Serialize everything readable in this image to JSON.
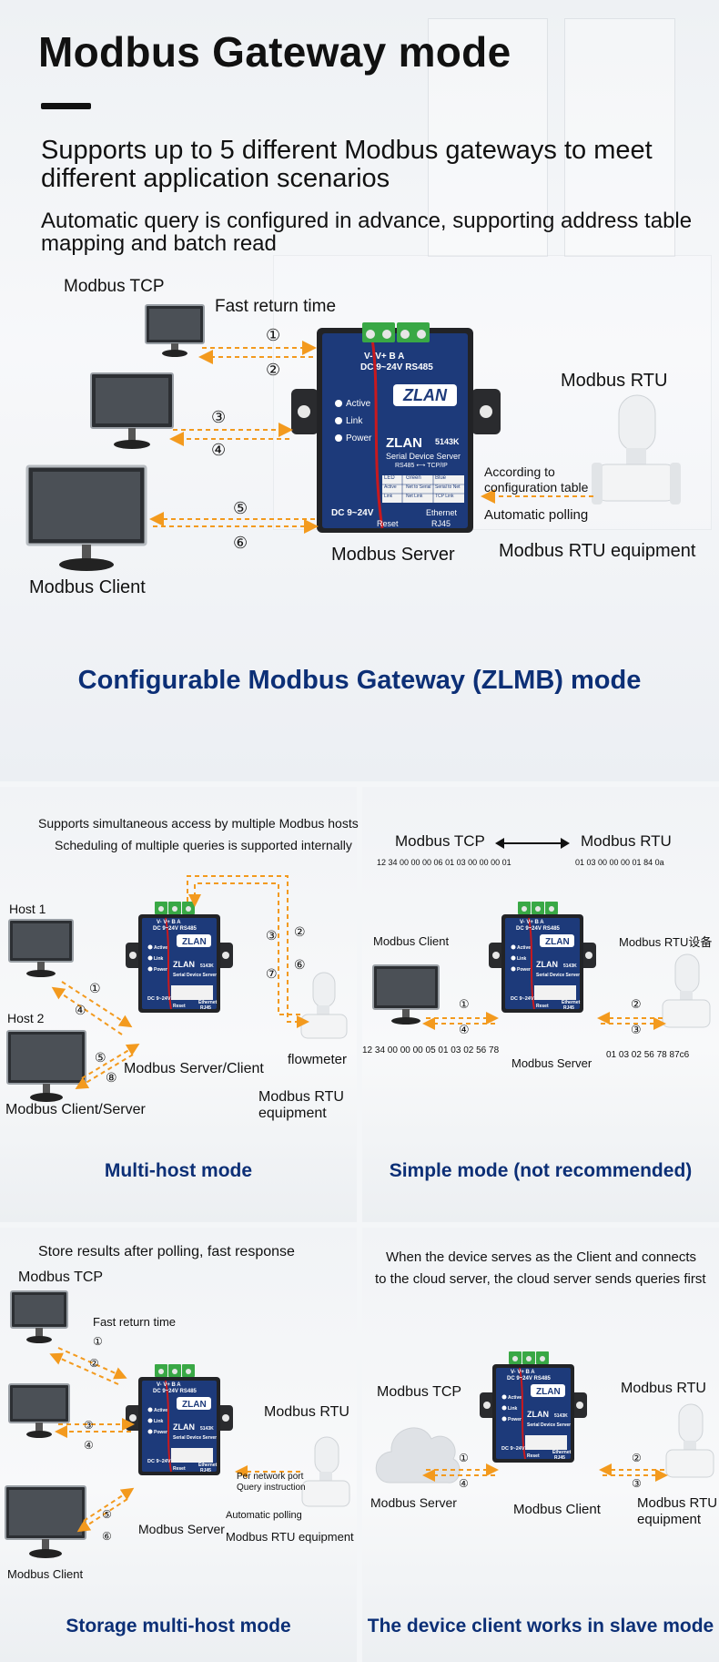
{
  "header": {
    "title": "Modbus Gateway mode",
    "subtitle": "Supports up to 5 different Modbus gateways to meet different application scenarios",
    "subtitle2": "Automatic query is configured in advance, supporting address table mapping and batch read"
  },
  "diagram_main": {
    "modbus_tcp": "Modbus TCP",
    "fast_return": "Fast return time",
    "modbus_rtu": "Modbus RTU",
    "according": "According to",
    "config_table": "configuration table",
    "auto_polling": "Automatic polling",
    "modbus_server": "Modbus Server",
    "modbus_rtu_equipment": "Modbus RTU equipment",
    "modbus_client": "Modbus Client",
    "steps": [
      "①",
      "②",
      "③",
      "④",
      "⑤",
      "⑥"
    ]
  },
  "device": {
    "brand": "ZLAN",
    "model": "ZLAN",
    "model_no": "5143K",
    "power_top": "V-  V+  B  A",
    "power_spec": "DC 9~24V  RS485",
    "leds": [
      "Active",
      "Link",
      "Power"
    ],
    "desc": "Serial Device Server",
    "desc2": "RS485 ⟷ TCP/IP",
    "table_head": [
      "LED",
      "Green",
      "Blue"
    ],
    "table_r1": [
      "Active",
      "Net to Serial",
      "Serial to Net"
    ],
    "table_r2": [
      "Link",
      "Net Link",
      "TCP Link"
    ],
    "dc": "DC 9~24V",
    "reset": "Reset",
    "eth": "Ethernet",
    "rj45": "RJ45"
  },
  "section2_title": "Configurable Modbus Gateway (ZLMB) mode",
  "panel_multi": {
    "line1": "Supports simultaneous access by multiple Modbus hosts",
    "line2": "Scheduling of multiple queries is supported internally",
    "host1": "Host 1",
    "host2": "Host 2",
    "server_client": "Modbus Server/Client",
    "client_server": "Modbus Client/Server",
    "flowmeter": "flowmeter",
    "rtu_eq1": "Modbus RTU",
    "rtu_eq2": "equipment",
    "steps": [
      "①",
      "④",
      "⑤",
      "⑧",
      "③",
      "②",
      "⑥",
      "⑦"
    ],
    "title": "Multi-host mode"
  },
  "panel_simple": {
    "tcp": "Modbus TCP",
    "rtu": "Modbus RTU",
    "hex_tcp": "12 34 00 00 00 06 01 03 00 00 00 01",
    "hex_rtu": "01 03 00 00 00 01 84 0a",
    "client": "Modbus Client",
    "rtu_dev": "Modbus RTU设备",
    "hex_tcp_resp": "12 34 00 00 00 05 01 03 02 56 78",
    "server": "Modbus Server",
    "hex_rtu_resp": "01 03 02 56 78 87c6",
    "steps": [
      "①",
      "④",
      "②",
      "③"
    ],
    "title": "Simple mode (not recommended)"
  },
  "panel_storage": {
    "line": "Store results after polling, fast response",
    "tcp": "Modbus TCP",
    "fast": "Fast return time",
    "rtu": "Modbus RTU",
    "per1": "Per network port",
    "per2": "Query instruction",
    "auto": "Automatic polling",
    "server": "Modbus Server",
    "rtu_eq": "Modbus RTU equipment",
    "client": "Modbus Client",
    "steps": [
      "①",
      "②",
      "③",
      "④",
      "⑤",
      "⑥"
    ],
    "title": "Storage multi-host mode"
  },
  "panel_slave": {
    "line1": "When the device serves as the Client and connects",
    "line2": "to the cloud server, the cloud server sends queries first",
    "tcp": "Modbus TCP",
    "rtu": "Modbus RTU",
    "server": "Modbus Server",
    "client": "Modbus Client",
    "rtu_eq1": "Modbus RTU",
    "rtu_eq2": "equipment",
    "steps": [
      "①",
      "④",
      "②",
      "③"
    ],
    "title": "The device client works in slave mode"
  }
}
